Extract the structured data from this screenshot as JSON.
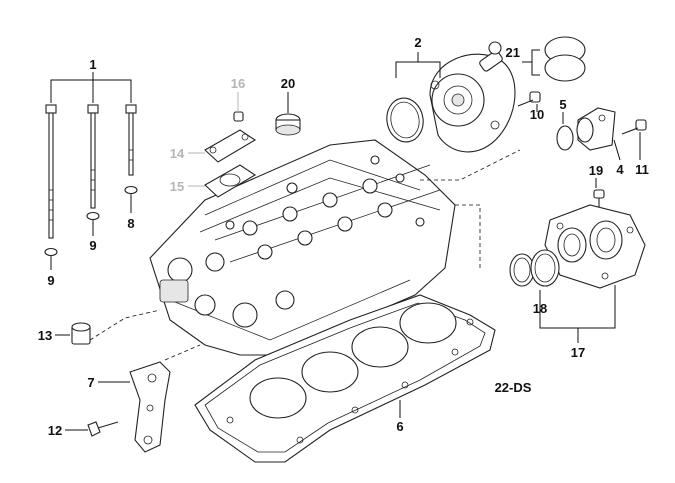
{
  "diagram_code": "22-DS",
  "callouts": {
    "c1": "1",
    "c2": "2",
    "c4": "4",
    "c5": "5",
    "c6": "6",
    "c7": "7",
    "c8": "8",
    "c9a": "9",
    "c9b": "9",
    "c10": "10",
    "c11": "11",
    "c12": "12",
    "c13": "13",
    "c14": "14",
    "c15": "15",
    "c16": "16",
    "c17": "17",
    "c18": "18",
    "c19": "19",
    "c20": "20",
    "c21": "21"
  },
  "colors": {
    "ink": "#111111",
    "superseded": "#b5b5b5"
  }
}
